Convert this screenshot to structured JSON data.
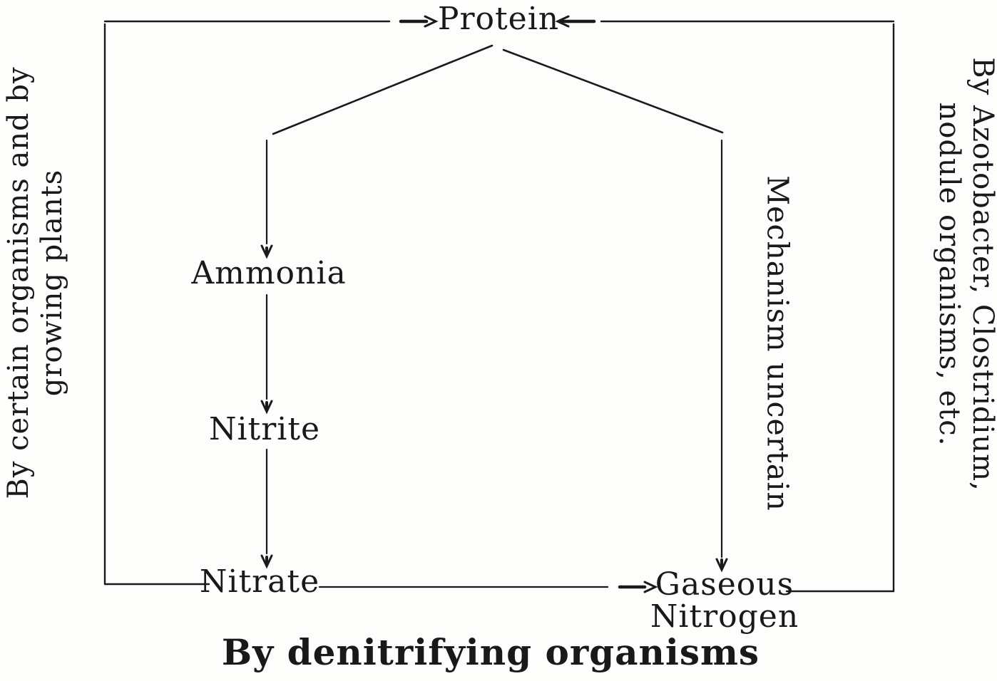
{
  "diagram": {
    "nodes": {
      "protein": "Protein",
      "ammonia": "Ammonia",
      "nitrite": "Nitrite",
      "nitrate": "Nitrate",
      "gaseous_line1": "Gaseous",
      "gaseous_line2": "Nitrogen"
    },
    "annotations": {
      "left_label_line1": "By certain organisms and by",
      "left_label_line2": "growing plants",
      "right_label_line1": "By Azotobacter, Clostridium,",
      "right_label_line2": "nodule organisms, etc.",
      "mechanism_label": "Mechanism uncertain",
      "bottom_caption": "By denitrifying organisms"
    },
    "colors": {
      "ink": "#1a1a1a",
      "paper": "#fdfdfb"
    }
  }
}
